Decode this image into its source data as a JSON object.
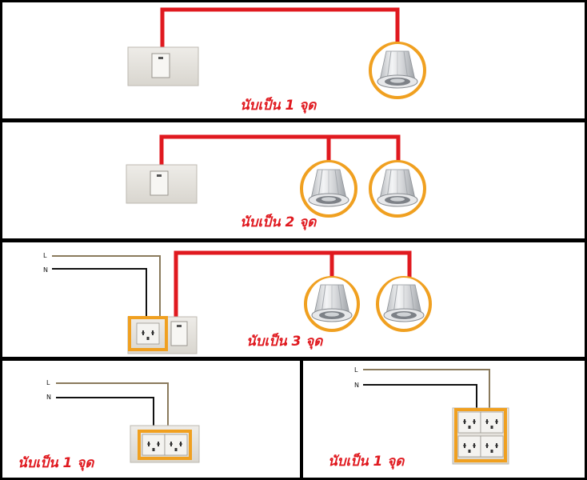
{
  "colors": {
    "background": "#ffffff",
    "border": "#000000",
    "switch_wire": "#e0191f",
    "live_wire": "#8a7a5c",
    "neutral_wire": "#111111",
    "highlight_ring": "#f0a020",
    "caption": "#e0191f",
    "plate": "#e6e3dd"
  },
  "panels": [
    {
      "id": "panel-1",
      "caption": "นับเป็น 1 จุด",
      "switches": 1,
      "lamps": 1
    },
    {
      "id": "panel-2",
      "caption": "นับเป็น 2 จุด",
      "switches": 1,
      "lamps": 2
    },
    {
      "id": "panel-3",
      "caption": "นับเป็น 3 จุด",
      "switches": 1,
      "lamps": 2,
      "outlets": 1,
      "wire_labels": {
        "live": "L",
        "neutral": "N"
      }
    },
    {
      "id": "panel-4",
      "caption": "นับเป็น 1 จุด",
      "outlets": 1,
      "wire_labels": {
        "live": "L",
        "neutral": "N"
      }
    },
    {
      "id": "panel-5",
      "caption": "นับเป็น 1 จุด",
      "outlets": 1,
      "wire_labels": {
        "live": "L",
        "neutral": "N"
      }
    }
  ],
  "icons": [
    "light-switch-icon",
    "downlight-icon",
    "power-outlet-icon"
  ]
}
